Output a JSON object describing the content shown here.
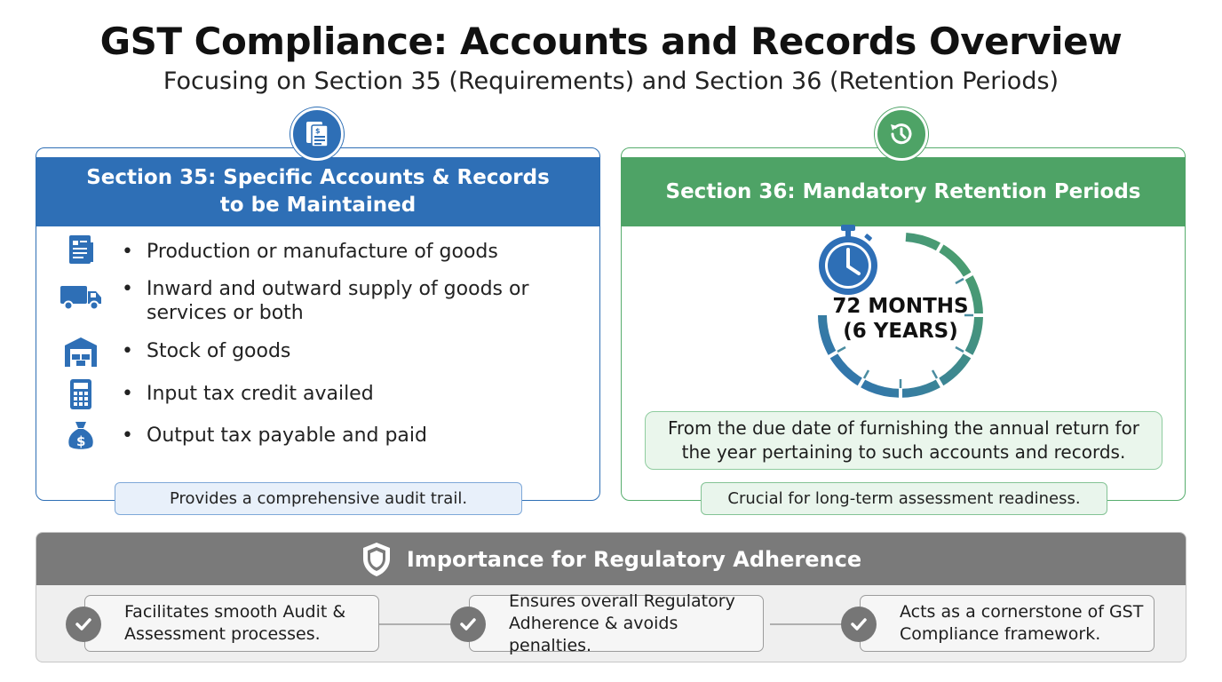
{
  "title": "GST Compliance: Accounts and Records Overview",
  "subtitle": "Focusing on Section 35 (Requirements) and Section 36 (Retention Periods)",
  "section35": {
    "header": "Section 35: Specific Accounts & Records to be Maintained",
    "items": [
      {
        "icon": "document-invoice-icon",
        "text": "Production or manufacture of goods"
      },
      {
        "icon": "delivery-truck-icon",
        "text": "Inward and outward supply of goods or services or both"
      },
      {
        "icon": "warehouse-icon",
        "text": "Stock of goods"
      },
      {
        "icon": "calculator-icon",
        "text": "Input tax credit availed"
      },
      {
        "icon": "money-bag-icon",
        "text": "Output tax payable and paid"
      }
    ],
    "footer": "Provides a comprehensive audit trail."
  },
  "section36": {
    "header": "Section 36: Mandatory Retention Periods",
    "period_line1": "72 MONTHS",
    "period_line2": "(6 YEARS)",
    "note": "From the due date of furnishing the annual return for the year pertaining to such accounts and records.",
    "footer": "Crucial for long-term assessment readiness."
  },
  "importance": {
    "header": "Importance for Regulatory Adherence",
    "points": [
      "Facilitates smooth Audit & Assessment processes.",
      "Ensures overall Regulatory Adherence & avoids penalties.",
      "Acts as a cornerstone of GST Compliance framework."
    ]
  },
  "colors": {
    "section35_blue": "#2e6fb6",
    "section36_green": "#4ea366",
    "importance_gray": "#7a7a7a"
  }
}
